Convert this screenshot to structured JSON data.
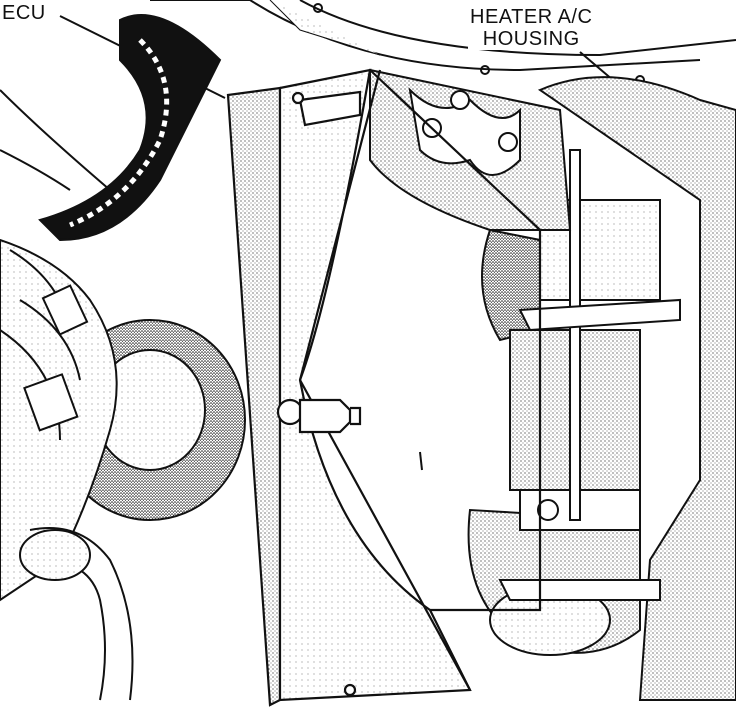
{
  "labels": {
    "ecu": "ECU",
    "heater_line1": "HEATER A/C",
    "heater_line2": "HOUSING"
  },
  "colors": {
    "ink": "#111111",
    "paper": "#ffffff",
    "shade": "#bdbdbd"
  }
}
